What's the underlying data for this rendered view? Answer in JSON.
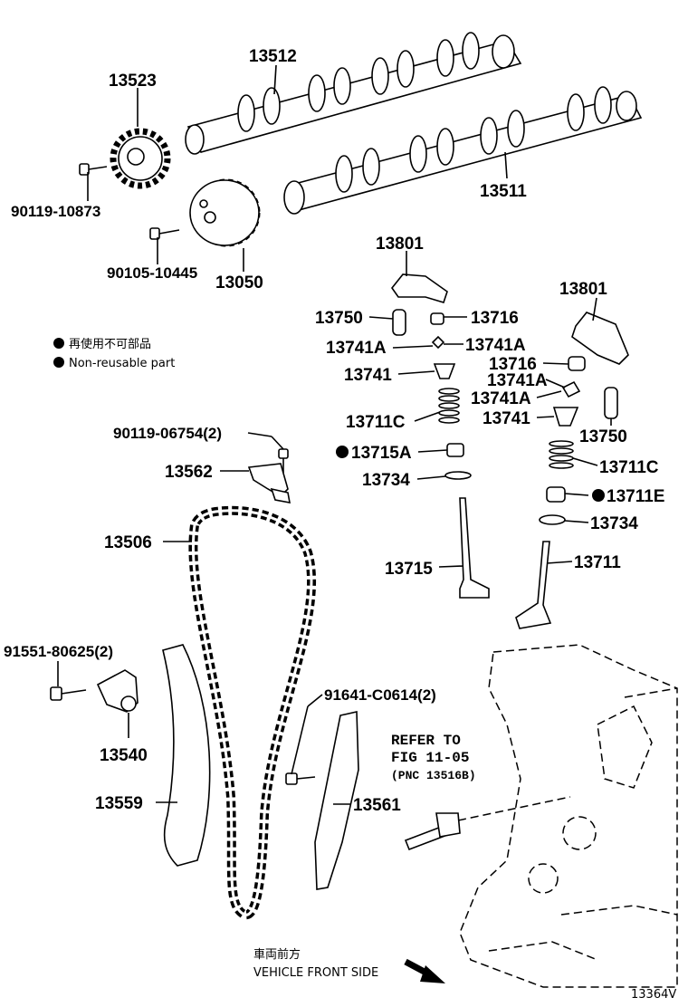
{
  "callouts": {
    "p13512": "13512",
    "p13523": "13523",
    "p13511": "13511",
    "p90119_10873": "90119-10873",
    "p90105_10445": "90105-10445",
    "p13050": "13050",
    "p13801_a": "13801",
    "p13801_b": "13801",
    "p13750_a": "13750",
    "p13750_b": "13750",
    "p13716_a": "13716",
    "p13716_b": "13716",
    "p13741A_a": "13741A",
    "p13741A_b": "13741A",
    "p13741A_c": "13741A",
    "p13741A_d": "13741A",
    "p13741_a": "13741",
    "p13741_b": "13741",
    "p13711C_a": "13711C",
    "p13711C_b": "13711C",
    "p90119_06754": "90119-06754(2)",
    "p13562": "13562",
    "p13715A": "13715A",
    "p13734_a": "13734",
    "p13734_b": "13734",
    "p13711E": "13711E",
    "p13506": "13506",
    "p13715": "13715",
    "p13711": "13711",
    "p91551": "91551-80625(2)",
    "p91641": "91641-C0614(2)",
    "p13540": "13540",
    "p13559": "13559",
    "p13561": "13561"
  },
  "legend": {
    "jp": "再使用不可部品",
    "en": "Non-reusable part"
  },
  "refer": {
    "line1": "REFER TO",
    "line2": "FIG 11-05",
    "line3": "(PNC 13516B)"
  },
  "direction": {
    "jp": "車両前方",
    "en": "VEHICLE FRONT SIDE"
  },
  "figure_id": "13364V"
}
